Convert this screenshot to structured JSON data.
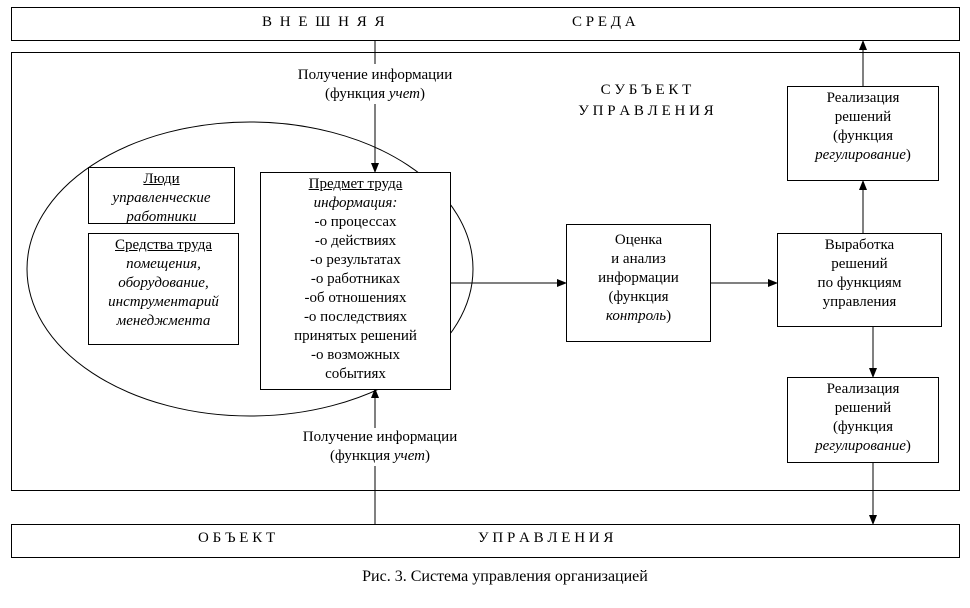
{
  "external_env": {
    "word1": "В Н Е Ш Н Я Я",
    "word2": "С Р Е Д А"
  },
  "object": {
    "word1": "О Б Ъ Е К Т",
    "word2": "У П Р А В Л Е Н И Я"
  },
  "subject": {
    "line1": "С У Б Ъ Е К Т",
    "line2": "У П Р А В Л Е Н И Я"
  },
  "info_top": {
    "line1": "Получение информации",
    "line2_prefix": "(функция ",
    "line2_italic": "учет",
    "line2_suffix": ")"
  },
  "info_bottom": {
    "line1": "Получение информации",
    "line2_prefix": "(функция ",
    "line2_italic": "учет",
    "line2_suffix": ")"
  },
  "people": {
    "title": "Люди",
    "line1": "управленческие",
    "line2": "работники"
  },
  "means": {
    "title": "Средства труда",
    "line1": "помещения,",
    "line2": "оборудование,",
    "line3": "инструментарий",
    "line4": "менеджмента"
  },
  "subject_of_labor": {
    "title": "Предмет  труда",
    "subtitle": "информация:",
    "items": [
      "-о процессах",
      "-о действиях",
      "-о результатах",
      "-о работниках",
      "-об отношениях",
      "-о последствиях",
      "принятых решений",
      "-о возможных",
      "событиях"
    ]
  },
  "evaluation": {
    "line1": "Оценка",
    "line2": "и анализ",
    "line3": "информации",
    "line4": "(функция",
    "line5_italic": "контроль",
    "line5_suffix": ")"
  },
  "development": {
    "line1": "Выработка",
    "line2": "решений",
    "line3": "по функциям",
    "line4": "управления"
  },
  "realization_top": {
    "line1": "Реализация",
    "line2": "решений",
    "line3": "(функция",
    "line4_italic": "регулирование",
    "line4_suffix": ")"
  },
  "realization_bottom": {
    "line1": "Реализация",
    "line2": "решений",
    "line3": "(функция",
    "line4_italic": "регулирование",
    "line4_suffix": ")"
  },
  "caption": "Рис. 3. Система управления организацией"
}
